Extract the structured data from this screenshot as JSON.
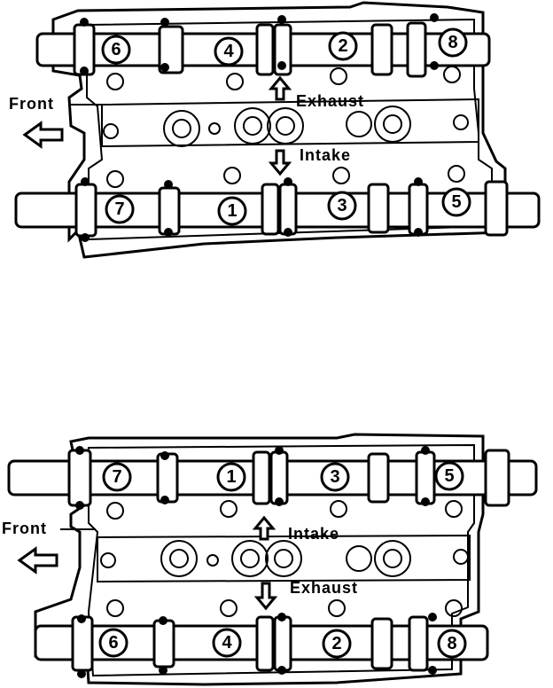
{
  "colors": {
    "ink": "#000000",
    "paper": "#ffffff"
  },
  "diagrams": [
    {
      "front_label": "Front",
      "upper_label": "Exhaust",
      "lower_label": "Intake",
      "upper_bearings": [
        "6",
        "4",
        "2",
        "8"
      ],
      "lower_bearings": [
        "7",
        "1",
        "3",
        "5"
      ]
    },
    {
      "front_label": "Front",
      "upper_label": "Intake",
      "lower_label": "Exhaust",
      "upper_bearings": [
        "7",
        "1",
        "3",
        "5"
      ],
      "lower_bearings": [
        "6",
        "4",
        "2",
        "8"
      ]
    }
  ]
}
